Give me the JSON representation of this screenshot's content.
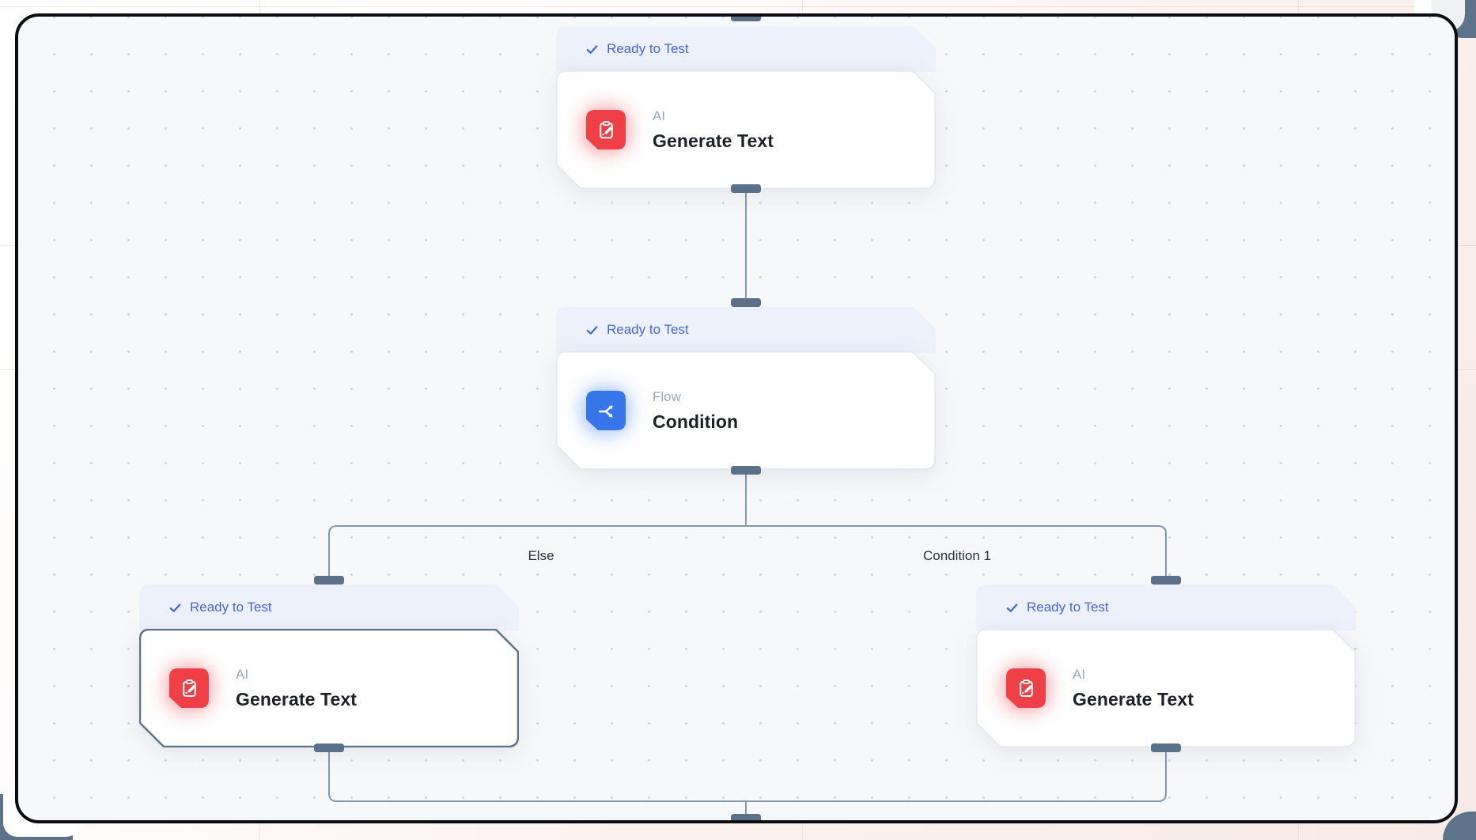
{
  "workflow": {
    "status_badge": {
      "label": "Ready to Test",
      "icon": "check-icon"
    },
    "nodes": [
      {
        "id": "generate-text-top",
        "category": "AI",
        "title": "Generate Text",
        "icon": "clipboard-pen-icon",
        "accent": "#ef3f47",
        "selected": false
      },
      {
        "id": "condition",
        "category": "Flow",
        "title": "Condition",
        "icon": "branch-split-icon",
        "accent": "#3776ea",
        "selected": false
      },
      {
        "id": "generate-text-else",
        "category": "AI",
        "title": "Generate Text",
        "icon": "clipboard-pen-icon",
        "accent": "#ef3f47",
        "selected": true
      },
      {
        "id": "generate-text-condition1",
        "category": "AI",
        "title": "Generate Text",
        "icon": "clipboard-pen-icon",
        "accent": "#ef3f47",
        "selected": false
      }
    ],
    "edge_labels": [
      {
        "text": "Else"
      },
      {
        "text": "Condition 1"
      }
    ],
    "colors": {
      "badge_bg": "#edf1fb",
      "badge_text": "#4565da",
      "edge_line": "#8498ad",
      "handle": "#5b7189",
      "canvas_bg": "#f7f8fa",
      "frame_border": "#0c0d12",
      "title_text": "#1d2025",
      "category_text": "#9aa8bc",
      "accent_red": "#ef3f47",
      "accent_blue": "#3776ea"
    }
  }
}
